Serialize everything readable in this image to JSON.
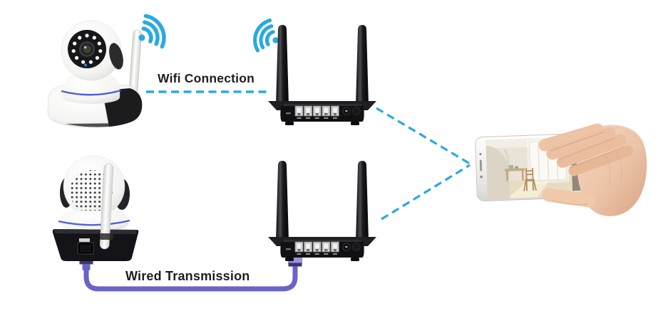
{
  "diagram": {
    "type": "product-connection-diagram",
    "background": "#ffffff",
    "labels": {
      "wifi_connection": "Wifi Connection",
      "wired_transmission": "Wired Transmission"
    },
    "colors": {
      "accent_cyan": "#2BA9E1",
      "cable_purple": "#6A63C8",
      "label_text": "#1E1E1E",
      "device_black": "#18181A",
      "camera_ring_blue": "#3A4FD0",
      "skin_tone": "#ECC3A7"
    },
    "nodes": [
      {
        "id": "ip-camera-front",
        "desc": "wifi-ip-camera-front-view"
      },
      {
        "id": "wifi-router-top",
        "desc": "wireless-router-two-antennas"
      },
      {
        "id": "ip-camera-rear",
        "desc": "ip-camera-rear-view-with-ethernet-port"
      },
      {
        "id": "wifi-router-bottom",
        "desc": "wireless-router-two-antennas"
      },
      {
        "id": "smartphone-in-hand",
        "desc": "hand-holding-phone-showing-camera-feed-of-room"
      }
    ],
    "links": [
      {
        "from": "ip-camera-front",
        "to": "wifi-router-top",
        "style": "dashed-cyan",
        "label": "Wifi Connection"
      },
      {
        "from": "ip-camera-rear",
        "to": "wifi-router-bottom",
        "style": "purple-ethernet-cable",
        "label": "Wired Transmission"
      },
      {
        "from": "wifi-router-top",
        "to": "smartphone-in-hand",
        "style": "dashed-cyan",
        "label": ""
      },
      {
        "from": "wifi-router-bottom",
        "to": "smartphone-in-hand",
        "style": "dashed-cyan",
        "label": ""
      }
    ],
    "icons": {
      "camera_side": "wifi-signal-icon",
      "router_side": "wifi-signal-icon"
    }
  }
}
